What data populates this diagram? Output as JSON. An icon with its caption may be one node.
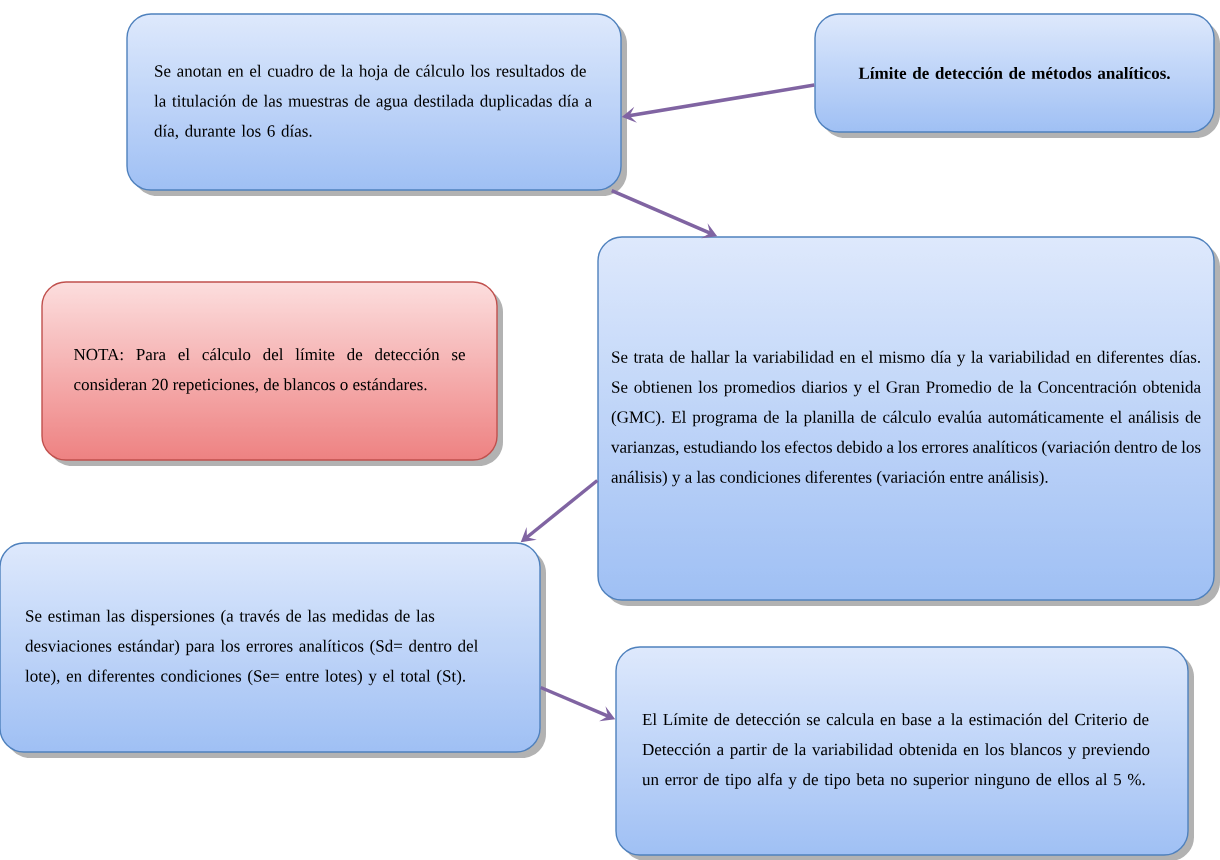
{
  "diagram": {
    "nodes": [
      {
        "text": [
          "Se anotan en el cuadro de la hoja de cálculo los resultados de la titulación de las muestras de agua destilada duplicadas día a día, durante los 6 días."
        ]
      },
      {
        "text": [
          "Límite de detección de métodos analíticos."
        ]
      },
      {
        "text": [
          "NOTA: Para el cálculo del límite de detección se consideran 20 repeticiones, de blancos o estándares."
        ]
      },
      {
        "text": [
          "Se trata de hallar la variabilidad en el mismo día y la variabilidad en diferentes días. Se obtienen los promedios diarios y el Gran Promedio de la Concentración obtenida (GMC). El programa de la planilla de cálculo evalúa automáticamente el análisis de varianzas, estudiando los efectos debido a los errores analíticos (variación dentro de los análisis) y a las condiciones diferentes (variación entre análisis)."
        ]
      },
      {
        "text": [
          "Se estiman las dispersiones (a través de las medidas de las desviaciones estándar) para los errores analíticos (Sd= dentro del lote), en diferentes condiciones (Se= entre lotes) y el total (St)."
        ]
      },
      {
        "text": [
          "El Límite de detección se calcula en base a la estimación del Criterio de Detección a partir de la variabilidad obtenida en los blancos y previendo un error de tipo alfa y de tipo beta no superior ninguno de ellos al 5 %."
        ]
      }
    ],
    "edges": [
      {
        "from": 1,
        "to": 0,
        "arrow": "to"
      },
      {
        "from": 0,
        "to": 3,
        "arrow": "to"
      },
      {
        "from": 3,
        "to": 4,
        "arrow": "to"
      },
      {
        "from": 4,
        "to": 5,
        "arrow": "to"
      }
    ]
  }
}
